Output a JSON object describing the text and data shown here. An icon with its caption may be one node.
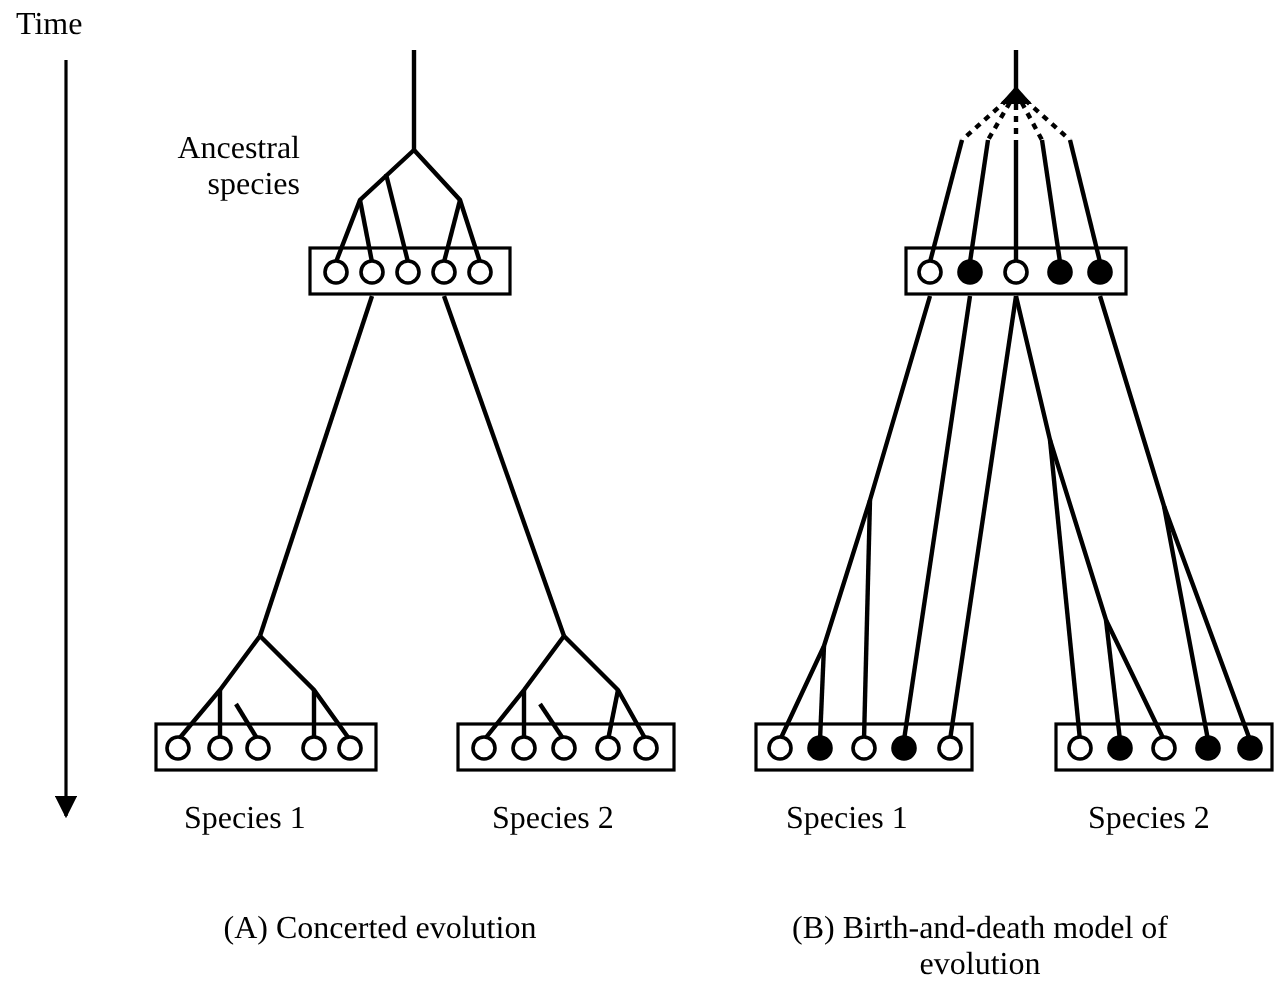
{
  "diagram": {
    "labels": [
      "Time",
      "Ancestral species",
      "Species 1",
      "Species 2",
      "Species 1",
      "Species 2",
      "(A) Concerted evolution",
      "(B) Birth-and-death model of evolution"
    ]
  }
}
